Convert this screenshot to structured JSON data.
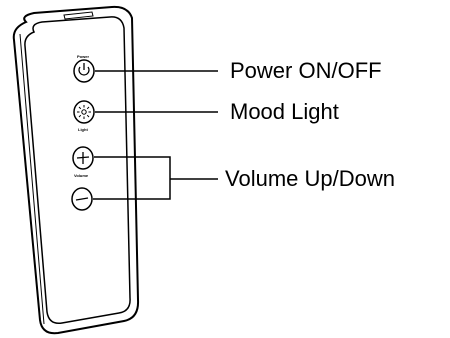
{
  "remote": {
    "power_label": "Power",
    "light_label": "Light",
    "volume_label": "Volume",
    "buttons": {
      "power": "power-icon",
      "light": "sun-icon",
      "volume_up": "plus-icon",
      "volume_down": "minus-icon"
    }
  },
  "callouts": {
    "power": "Power ON/OFF",
    "mood_light": "Mood Light",
    "volume": "Volume Up/Down"
  },
  "colors": {
    "line": "#000000",
    "background": "#ffffff"
  }
}
